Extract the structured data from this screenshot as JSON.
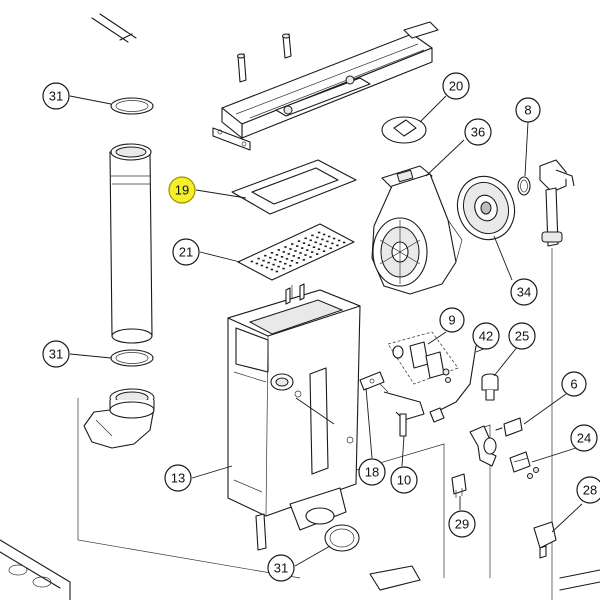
{
  "callouts": [
    {
      "id": "c31a",
      "label": "31"
    },
    {
      "id": "c31b",
      "label": "31"
    },
    {
      "id": "c31c",
      "label": "31"
    },
    {
      "id": "c19",
      "label": "19",
      "highlight": true
    },
    {
      "id": "c21",
      "label": "21"
    },
    {
      "id": "c13",
      "label": "13"
    },
    {
      "id": "c20",
      "label": "20"
    },
    {
      "id": "c36",
      "label": "36"
    },
    {
      "id": "c8",
      "label": "8"
    },
    {
      "id": "c34",
      "label": "34"
    },
    {
      "id": "c9",
      "label": "9"
    },
    {
      "id": "c42",
      "label": "42"
    },
    {
      "id": "c25",
      "label": "25"
    },
    {
      "id": "c6",
      "label": "6"
    },
    {
      "id": "c24",
      "label": "24"
    },
    {
      "id": "c18",
      "label": "18"
    },
    {
      "id": "c10",
      "label": "10"
    },
    {
      "id": "c29",
      "label": "29"
    },
    {
      "id": "c28",
      "label": "28"
    }
  ],
  "highlight_color": "#f5ef2a"
}
